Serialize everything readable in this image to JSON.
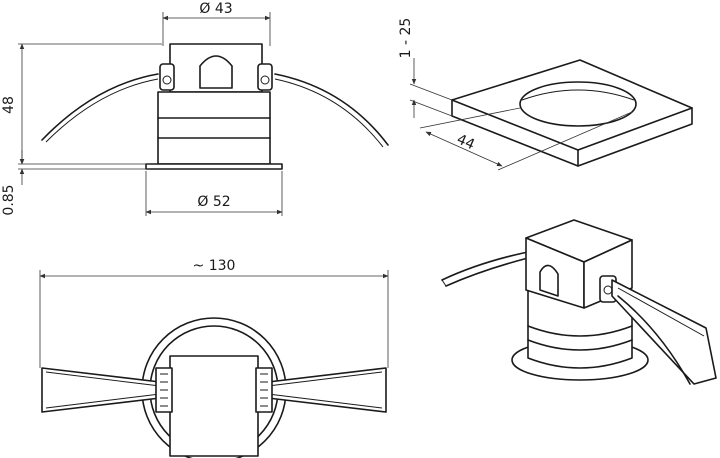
{
  "dimensions": {
    "top_width": "Ø 43",
    "height": "48",
    "flange_thickness": "0.85",
    "flange_diameter": "Ø 52",
    "ceiling_thickness": "1 - 25",
    "cutout": "44",
    "spring_span": "~ 130"
  }
}
